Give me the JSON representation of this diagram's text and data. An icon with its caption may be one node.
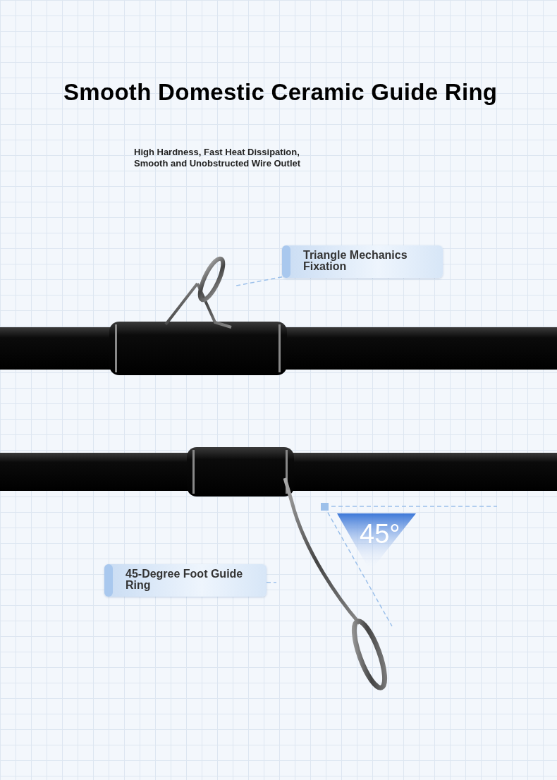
{
  "diagram": {
    "title": "Smooth Domestic Ceramic Guide Ring",
    "nodes": [
      {
        "text": [
          "Triangle Mechanics Fixation"
        ]
      },
      {
        "text": [],
        "shape": "picture"
      },
      {
        "text": [
          "45-Degree Foot Guide Ring"
        ]
      },
      {
        "text": [],
        "shape": "picture"
      }
    ],
    "edges": [
      {
        "from": 0,
        "to": 1,
        "arrow": "none",
        "style": "dashed"
      },
      {
        "from": 2,
        "to": 3,
        "arrow": "none",
        "style": "dashed"
      }
    ],
    "labels": [
      "High Hardness, Fast Heat Dissipation, Smooth and Unobstructed Wire Outlet",
      "45°"
    ]
  }
}
